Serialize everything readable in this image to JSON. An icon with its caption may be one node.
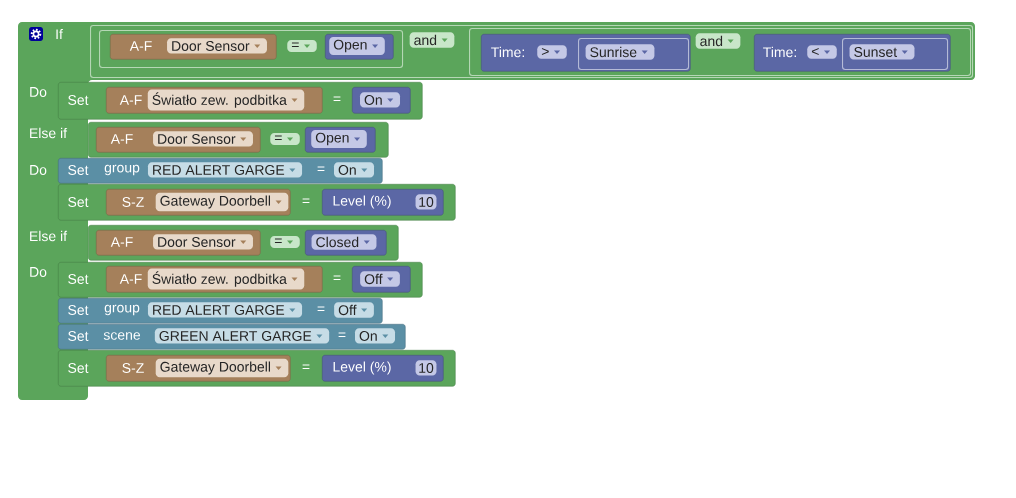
{
  "diagram": {
    "nodes": [
      {
        "text": [
          "If",
          "Do",
          "Else if",
          "Do",
          "Else if",
          "Do"
        ]
      },
      {
        "text": [
          "and"
        ],
        "in": 0
      },
      {
        "text": [
          "="
        ],
        "in": 1
      },
      {
        "text": [
          "A-F",
          "Door Sensor"
        ],
        "in": 2
      },
      {
        "text": [
          "Open"
        ],
        "in": 2
      },
      {
        "text": [
          "and"
        ],
        "in": 1
      },
      {
        "text": [
          "Time:",
          ">"
        ],
        "in": 5
      },
      {
        "text": [
          "Sunrise"
        ],
        "in": 6
      },
      {
        "text": [
          "Time:",
          "<"
        ],
        "in": 5
      },
      {
        "text": [
          "Sunset"
        ],
        "in": 8
      },
      {
        "text": [
          "Set",
          "="
        ],
        "in": 0
      },
      {
        "text": [
          "A-F",
          "Światło zew. podbitka"
        ],
        "in": 10
      },
      {
        "text": [
          "On"
        ],
        "in": 10
      },
      {
        "text": [
          "="
        ],
        "in": 0
      },
      {
        "text": [
          "A-F",
          "Door Sensor"
        ],
        "in": 13
      },
      {
        "text": [
          "Open"
        ],
        "in": 13
      },
      {
        "text": [
          "Set",
          "group",
          "RED ALERT GARGE",
          "=",
          "On"
        ],
        "in": 0
      },
      {
        "text": [
          "Set",
          "="
        ],
        "in": 0
      },
      {
        "text": [
          "S-Z",
          "Gateway Doorbell"
        ],
        "in": 17
      },
      {
        "text": [
          "Level (%)",
          "10"
        ],
        "in": 17
      },
      {
        "text": [
          "="
        ],
        "in": 0
      },
      {
        "text": [
          "A-F",
          "Door Sensor"
        ],
        "in": 20
      },
      {
        "text": [
          "Closed"
        ],
        "in": 20
      },
      {
        "text": [
          "Set",
          "="
        ],
        "in": 0
      },
      {
        "text": [
          "A-F",
          "Światło zew. podbitka"
        ],
        "in": 23
      },
      {
        "text": [
          "Off"
        ],
        "in": 23
      },
      {
        "text": [
          "Set",
          "group",
          "RED ALERT GARGE",
          "=",
          "Off"
        ],
        "in": 0
      },
      {
        "text": [
          "Set",
          "scene",
          "GREEN ALERT GARGE",
          "=",
          "On"
        ],
        "in": 0
      },
      {
        "text": [
          "Set",
          "="
        ],
        "in": 0
      },
      {
        "text": [
          "S-Z",
          "Gateway Doorbell"
        ],
        "in": 28
      },
      {
        "text": [
          "Level (%)",
          "10"
        ],
        "in": 28
      }
    ]
  }
}
